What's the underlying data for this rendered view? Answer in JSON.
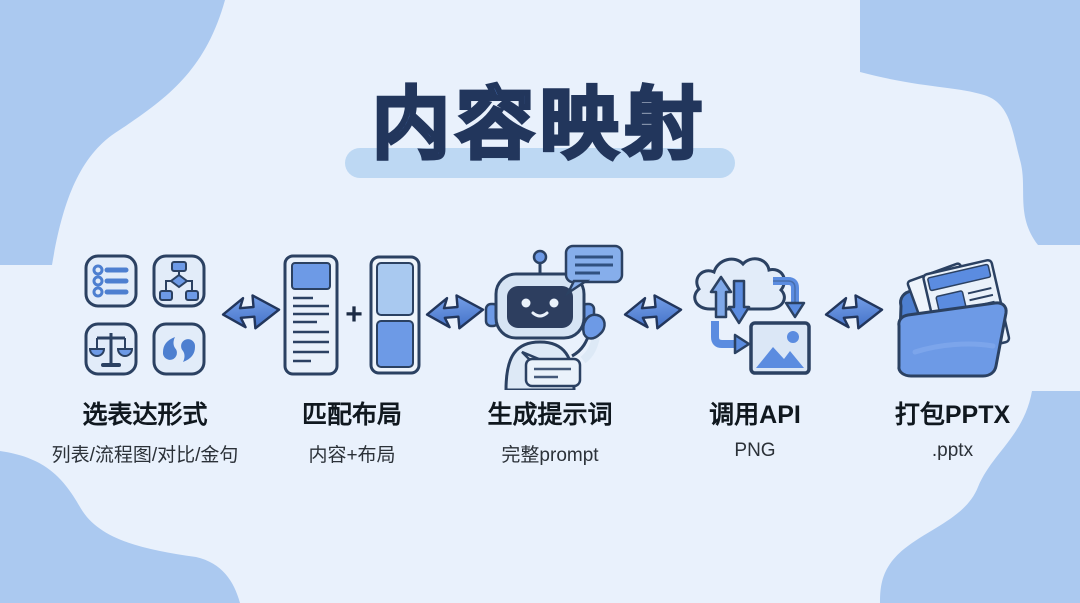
{
  "title": {
    "text": "内容映射"
  },
  "flow": {
    "plus_sign": "+",
    "arrow_icon": "arrow-right-icon",
    "steps": [
      {
        "title": "选表达形式",
        "subtitle": "列表/流程图/对比/金句",
        "icon": "format-options-grid-icon"
      },
      {
        "title": "匹配布局",
        "subtitle": "内容+布局",
        "icon": "content-plus-layout-icon"
      },
      {
        "title": "生成提示词",
        "subtitle": "完整prompt",
        "icon": "robot-chat-icon"
      },
      {
        "title": "调用API",
        "subtitle": "PNG",
        "icon": "cloud-api-image-icon"
      },
      {
        "title": "打包PPTX",
        "subtitle": ".pptx",
        "icon": "open-folder-documents-icon"
      }
    ]
  },
  "colors": {
    "background": "#e9f1fc",
    "corner_blob": "#abc9f0",
    "title_fill": "#5b8ce0",
    "outline_navy": "#22365c",
    "title_highlight": "#bdd8f3",
    "icon_tile_fill": "#e2ecf9",
    "accent_blue": "#6d9ae6",
    "deep_blue": "#4d7fd0",
    "heading_text": "#10181f"
  }
}
